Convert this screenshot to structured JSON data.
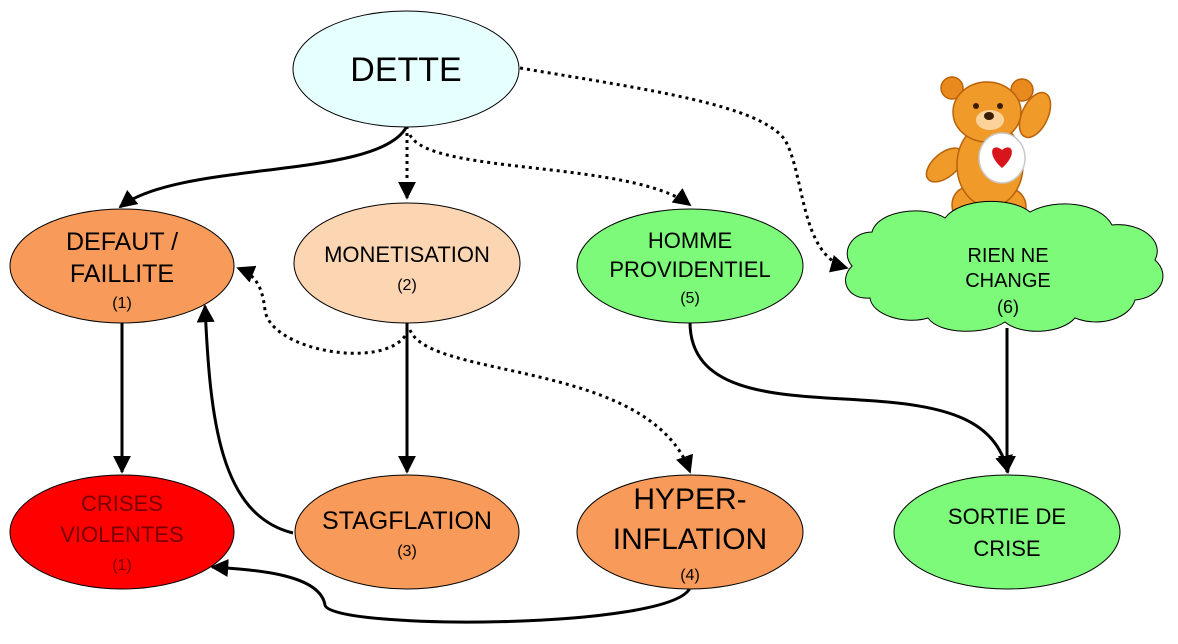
{
  "colors": {
    "dette": "#e6ffff",
    "defaut": "#f79a5a",
    "monetisation": "#fcd5b3",
    "homme": "#7dfa7a",
    "rien": "#7dfa7a",
    "crises": "#ff0000",
    "stagflation": "#f79a5a",
    "hyper": "#f79a5a",
    "sortie": "#7dfa7a",
    "arrow": "#000000"
  },
  "nodes": {
    "dette": {
      "line1": "DETTE"
    },
    "defaut": {
      "line1": "DEFAUT /",
      "line2": "FAILLITE",
      "num": "(1)"
    },
    "monetisation": {
      "line1": "MONETISATION",
      "num": "(2)"
    },
    "homme": {
      "line1": "HOMME",
      "line2": "PROVIDENTIEL",
      "num": "(5)"
    },
    "rien": {
      "line1": "RIEN NE",
      "line2": "CHANGE",
      "num": "(6)"
    },
    "crises": {
      "line1": "CRISES",
      "line2": "VIOLENTES",
      "num": "(1)"
    },
    "stagflation": {
      "line1": "STAGFLATION",
      "num": "(3)"
    },
    "hyper": {
      "line1": "HYPER-",
      "line2": "INFLATION",
      "num": "(4)"
    },
    "sortie": {
      "line1": "SORTIE DE",
      "line2": "CRISE"
    }
  },
  "edges": [
    {
      "from": "dette",
      "to": "defaut",
      "style": "solid"
    },
    {
      "from": "dette",
      "to": "monetisation",
      "style": "dotted"
    },
    {
      "from": "dette",
      "to": "homme",
      "style": "dotted"
    },
    {
      "from": "dette",
      "to": "rien",
      "style": "dotted"
    },
    {
      "from": "defaut",
      "to": "crises",
      "style": "solid"
    },
    {
      "from": "monetisation",
      "to": "defaut",
      "style": "dotted"
    },
    {
      "from": "monetisation",
      "to": "stagflation",
      "style": "solid"
    },
    {
      "from": "monetisation",
      "to": "hyper",
      "style": "dotted"
    },
    {
      "from": "stagflation",
      "to": "defaut",
      "style": "solid"
    },
    {
      "from": "hyper",
      "to": "crises",
      "style": "solid"
    },
    {
      "from": "homme",
      "to": "sortie",
      "style": "solid"
    },
    {
      "from": "rien",
      "to": "sortie",
      "style": "solid"
    }
  ],
  "mascot": {
    "icon": "care-bear-heart-icon"
  }
}
